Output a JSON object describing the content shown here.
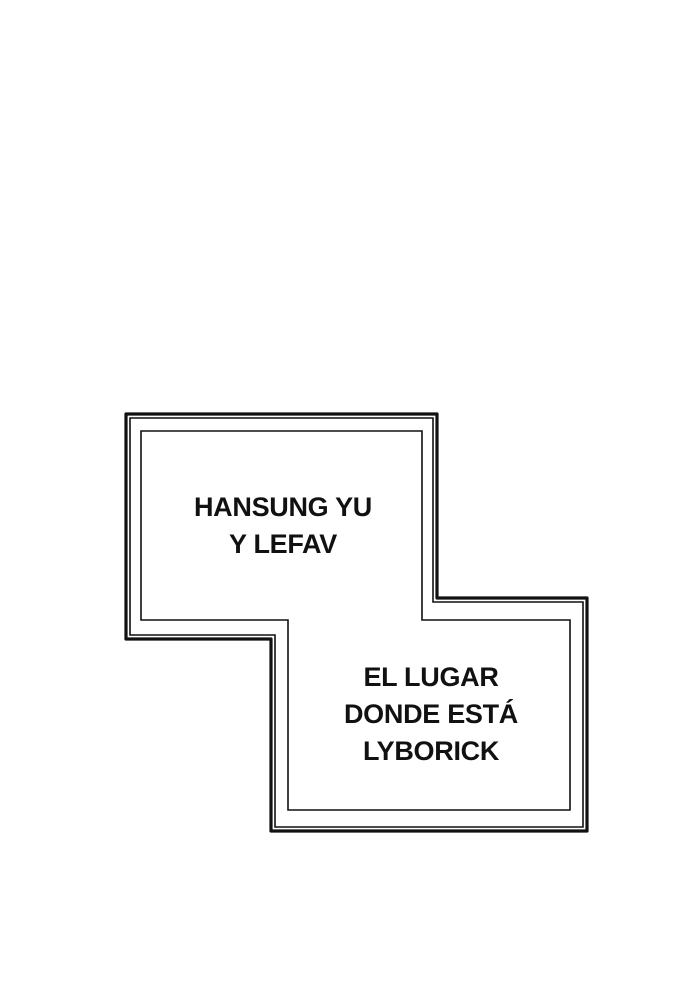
{
  "colors": {
    "background": "#ffffff",
    "frame": "#111111",
    "text": "#111111"
  },
  "panel": {
    "top_block": {
      "lines": [
        "HANSUNG YU",
        "Y LEFAV"
      ]
    },
    "bottom_block": {
      "lines": [
        "EL LUGAR",
        "DONDE ESTÁ",
        "LYBORICK"
      ]
    }
  }
}
